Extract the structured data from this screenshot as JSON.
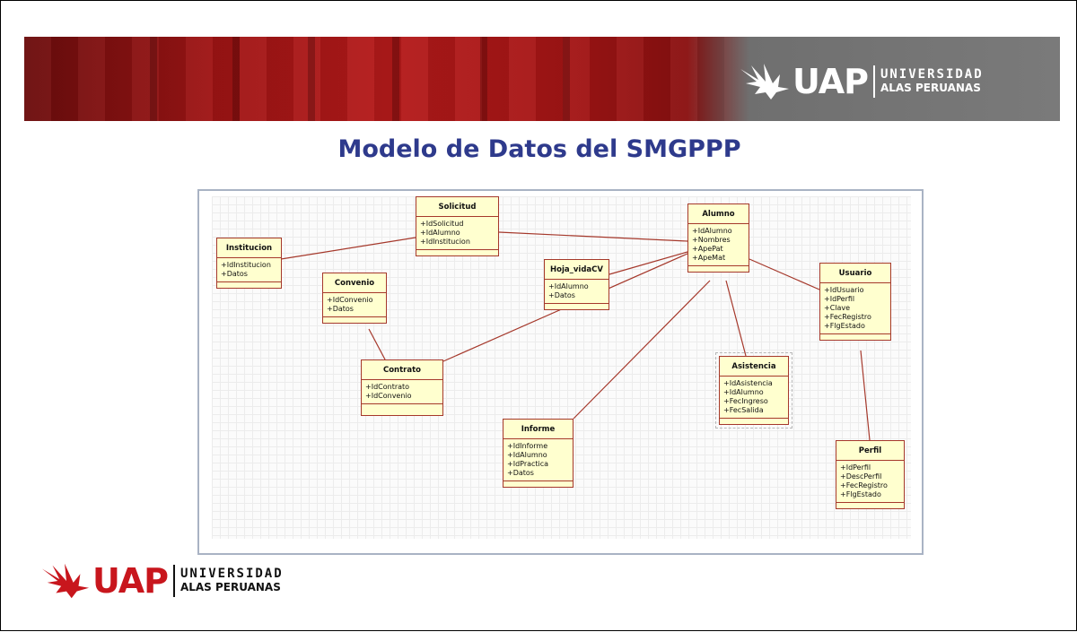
{
  "header": {
    "logo_text": "UAP",
    "logo_line1": "UNIVERSIDAD",
    "logo_line2": "ALAS PERUANAS"
  },
  "slide": {
    "title": "Modelo de Datos del SMGPPP"
  },
  "diagram": {
    "classes": {
      "institucion": {
        "name": "Institucion",
        "attrs": [
          "+IdInstitucion",
          "+Datos"
        ]
      },
      "solicitud": {
        "name": "Solicitud",
        "attrs": [
          "+IdSolicitud",
          "+IdAlumno",
          "+IdInstitucion"
        ]
      },
      "alumno": {
        "name": "Alumno",
        "attrs": [
          "+IdAlumno",
          "+Nombres",
          "+ApePat",
          "+ApeMat"
        ]
      },
      "convenio": {
        "name": "Convenio",
        "attrs": [
          "+IdConvenio",
          "+Datos"
        ]
      },
      "hoja_vidacv": {
        "name": "Hoja_vidaCV",
        "attrs": [
          "+IdAlumno",
          "+Datos"
        ]
      },
      "usuario": {
        "name": "Usuario",
        "attrs": [
          "+IdUsuario",
          "+IdPerfil",
          "+Clave",
          "+FecRegistro",
          "+FlgEstado"
        ]
      },
      "contrato": {
        "name": "Contrato",
        "attrs": [
          "+IdContrato",
          "+IdConvenio"
        ]
      },
      "asistencia": {
        "name": "Asistencia",
        "attrs": [
          "+IdAsistencia",
          "+IdAlumno",
          "+FecIngreso",
          "+FecSalida"
        ]
      },
      "informe": {
        "name": "Informe",
        "attrs": [
          "+IdInforme",
          "+IdAlumno",
          "+IdPractica",
          "+Datos"
        ]
      },
      "perfil": {
        "name": "Perfil",
        "attrs": [
          "+IdPerfil",
          "+DescPerfil",
          "+FecRegistro",
          "+FlgEstado"
        ]
      }
    }
  },
  "colors": {
    "title": "#2e3a8c",
    "class_fill": "#ffffcf",
    "class_border": "#a5382b",
    "relation": "#a5382b",
    "logo_red": "#c8161d"
  },
  "icons": {
    "logo_mark": "eagle-icon"
  }
}
